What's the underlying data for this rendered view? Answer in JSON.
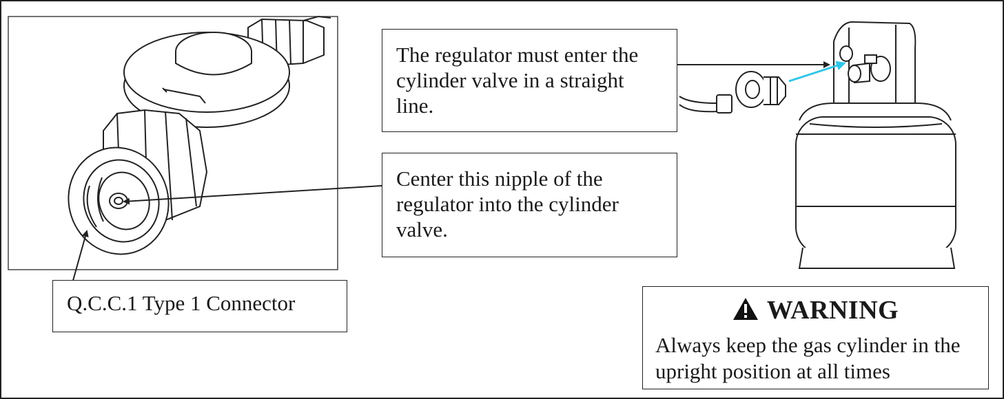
{
  "callouts": {
    "straight_line": "The regulator must enter the cylinder valve in a straight line.",
    "center_nipple": "Center this nipple of the regulator into the cylinder valve.",
    "connector": "Q.C.C.1 Type 1 Connector"
  },
  "warning": {
    "icon": "warning-triangle-icon",
    "title": "WARNING",
    "body": "Always keep the gas cylinder in the upright position at all times"
  },
  "colors": {
    "line": "#222222",
    "arrow_accent": "#2fc6e6"
  }
}
